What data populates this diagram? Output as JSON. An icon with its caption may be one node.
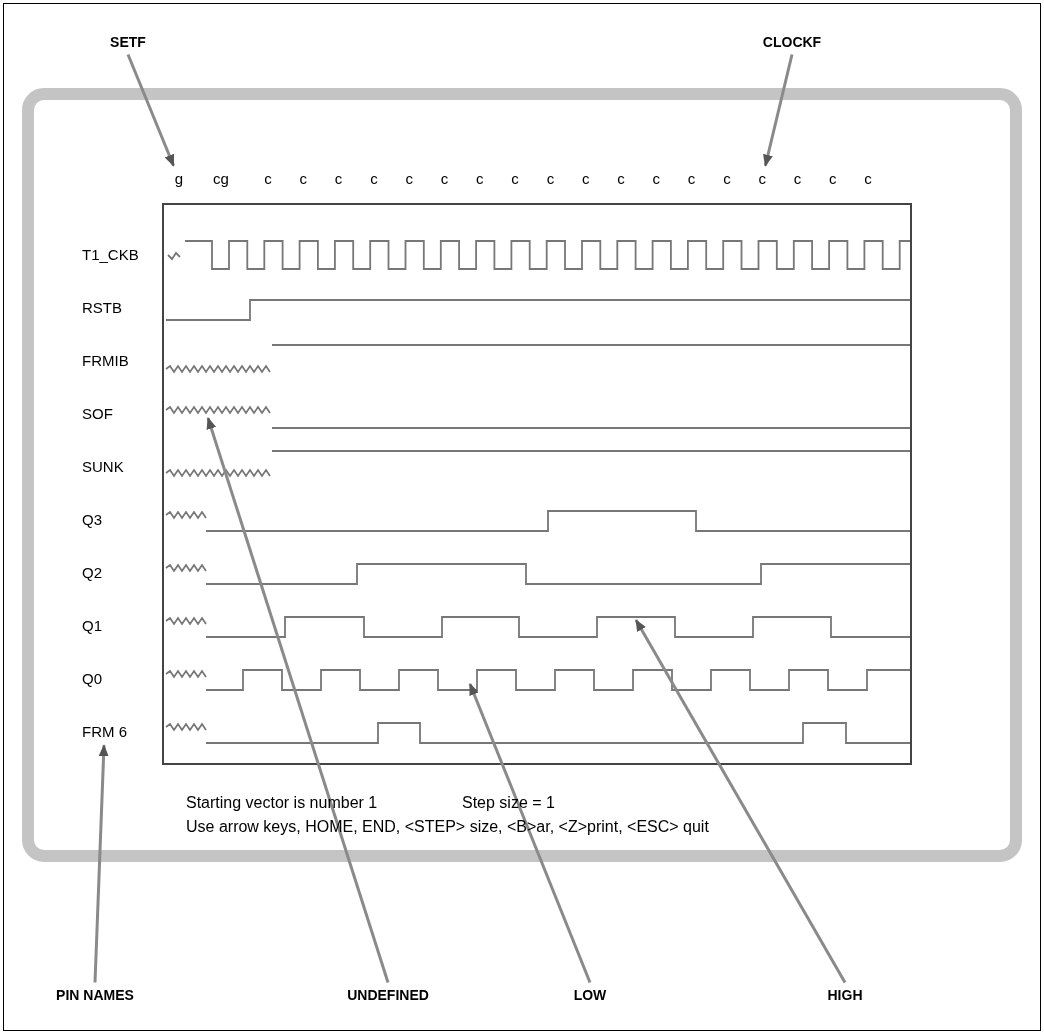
{
  "diagram": {
    "nodes": [
      {
        "text": [
          "SETF"
        ]
      },
      {
        "text": [
          "CLOCKF"
        ]
      },
      {
        "text": [
          "g"
        ]
      },
      {
        "text": [
          "c"
        ]
      },
      {
        "text": [
          "FRM 6"
        ]
      },
      {
        "text": [
          "PIN NAMES"
        ]
      },
      {
        "text": [
          "UNDEFINED"
        ]
      },
      {
        "text": [
          "LOW"
        ]
      },
      {
        "text": [
          "HIGH"
        ]
      }
    ],
    "edges": [
      {
        "from": 0,
        "to": 2,
        "arrow": "to"
      },
      {
        "from": 1,
        "to": 3,
        "arrow": "to"
      },
      {
        "from": 5,
        "to": 4,
        "arrow": "to"
      },
      {
        "from": 6,
        "to": null,
        "arrow": "to"
      },
      {
        "from": 7,
        "to": null,
        "arrow": "to"
      },
      {
        "from": 8,
        "to": null,
        "arrow": "to"
      }
    ],
    "labels": [
      "cg",
      "c",
      "c",
      "c",
      "c",
      "c",
      "c",
      "c",
      "c",
      "c",
      "c",
      "c",
      "c",
      "c",
      "c",
      "c",
      "c",
      "c",
      "T1_CKB",
      "RSTB",
      "FRMIB",
      "SOF",
      "SUNK",
      "Q3",
      "Q2",
      "Q1",
      "Q0",
      "Starting vector is number 1",
      "Step size = 1",
      "Use arrow keys, HOME, END, <STEP> size, <B>ar, <Z>print, <ESC> quit"
    ]
  }
}
